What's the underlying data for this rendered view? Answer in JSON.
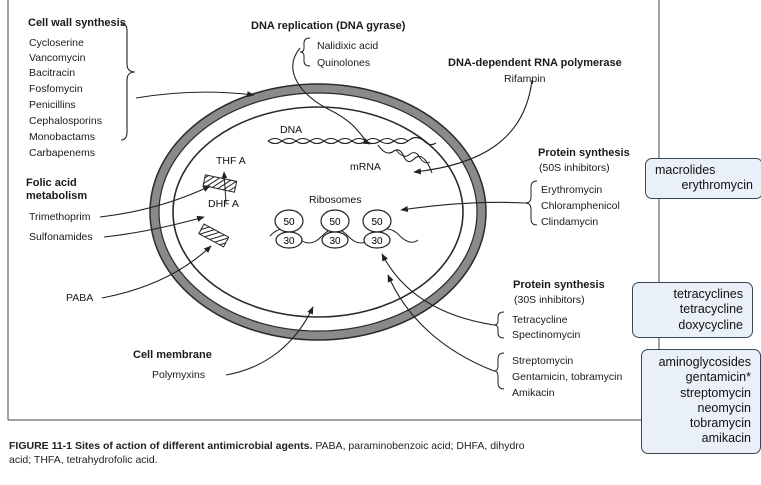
{
  "labels": {
    "cell_wall": {
      "heading": "Cell wall synthesis",
      "drugs": [
        "Cycloserine",
        "Vancomycin",
        "Bacitracin",
        "Fosfomycin",
        "Penicillins",
        "Cephalosporins",
        "Monobactams",
        "Carbapenems"
      ]
    },
    "dna_replication": {
      "heading": "DNA replication (DNA gyrase)",
      "drugs": [
        "Nalidixic acid",
        "Quinolones"
      ]
    },
    "rna_polymerase": {
      "heading": "DNA-dependent RNA polymerase",
      "drugs": [
        "Rifampin"
      ]
    },
    "folic_acid": {
      "heading_line1": "Folic acid",
      "heading_line2": "metabolism",
      "trimethoprim": "Trimethoprim",
      "sulfonamides": "Sulfonamides",
      "paba": "PABA"
    },
    "protein_50s": {
      "heading": "Protein synthesis",
      "sub": "(50S inhibitors)",
      "drugs": [
        "Erythromycin",
        "Chloramphenicol",
        "Clindamycin"
      ]
    },
    "protein_30s": {
      "heading": "Protein synthesis",
      "sub": "(30S inhibitors)",
      "drugs_a": [
        "Tetracycline",
        "Spectinomycin"
      ],
      "drugs_b": [
        "Streptomycin",
        "Gentamicin, tobramycin",
        "Amikacin"
      ]
    },
    "cell_membrane": {
      "heading": "Cell membrane",
      "drugs": [
        "Polymyxins"
      ]
    }
  },
  "cell_interior": {
    "dna": "DNA",
    "mrna": "mRNA",
    "ribosomes": "Ribosomes",
    "thfa": "THF A",
    "dhfa": "DHF A",
    "ribosome_large": "50",
    "ribosome_small": "30"
  },
  "caption": {
    "figure": "FIGURE 11-1",
    "title": "Sites of action of different antimicrobial agents.",
    "text": "PABA, paraminobenzoic acid; DHFA, dihydro",
    "line2": "acid; THFA, tetrahydrofolic acid."
  },
  "notes": {
    "macrolides": [
      "macrolides",
      "erythromycin"
    ],
    "tetracyclines": [
      "tetracyclines",
      "tetracycline",
      "doxycycline"
    ],
    "aminoglycosides": [
      "aminoglycosides",
      "gentamicin*",
      "streptomycin",
      "neomycin",
      "tobramycin",
      "amikacin"
    ]
  },
  "colors": {
    "outline": "#2a2a2a",
    "wall_fill": "#8a8a8a",
    "note_bg": "#eaf0f7",
    "note_border": "#3a4655"
  }
}
